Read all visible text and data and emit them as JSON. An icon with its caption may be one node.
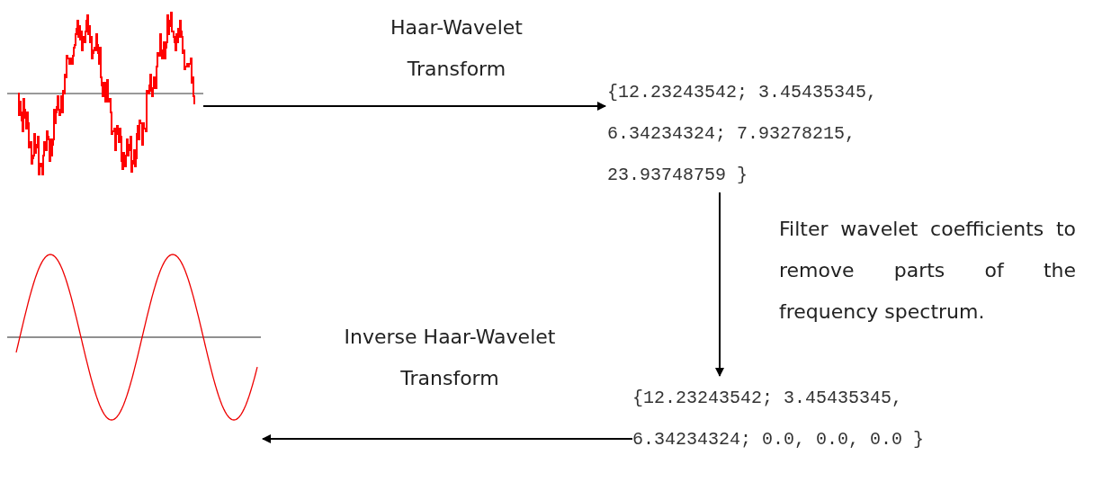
{
  "diagram": {
    "nodes": [
      {
        "text": [],
        "shape": "picture"
      },
      {
        "text": [
          "{12.23243542; 3.45435345, 6.34234324; 7.93278215, 23.93748759 }"
        ]
      },
      {
        "text": [],
        "shape": "picture"
      },
      {
        "text": [
          "{12.23243542; 3.45435345, 6.34234324; 0.0, 0.0, 0.0 }"
        ]
      }
    ],
    "edges": [
      {
        "from": 0,
        "to": 1,
        "arrow": "to",
        "label": "Haar-Wavelet Transform"
      },
      {
        "from": 1,
        "to": 3,
        "arrow": "to",
        "label": "Filter wavelet coefficients to remove parts of the frequency spectrum."
      },
      {
        "from": 3,
        "to": 2,
        "arrow": "to",
        "label": "Inverse Haar-Wavelet Transform"
      }
    ]
  }
}
